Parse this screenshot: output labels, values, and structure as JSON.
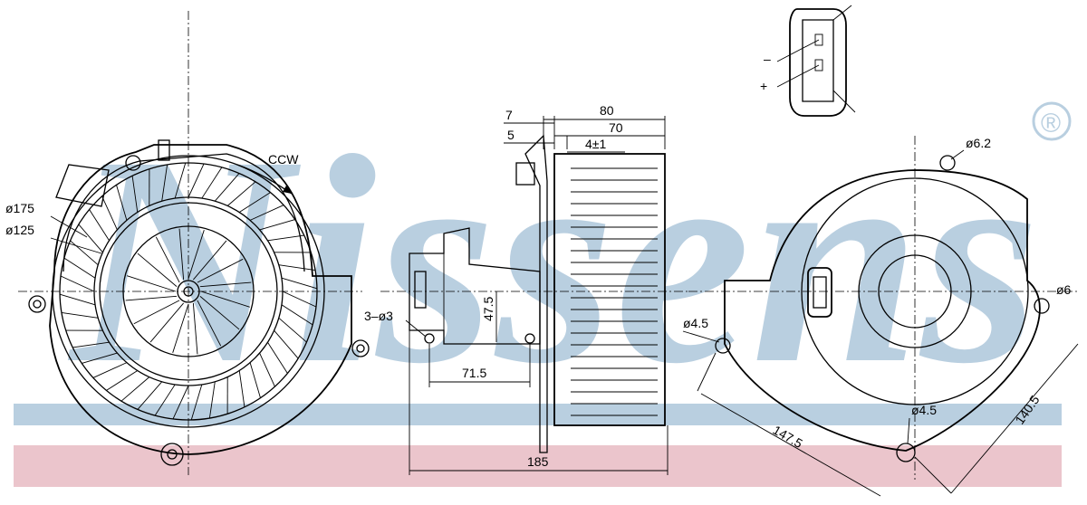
{
  "brand": {
    "logo_text": "Nissens",
    "registered_mark": "®",
    "watermark_color": "#b9cfe0",
    "band_blue": "#b9cfe0",
    "band_pink": "#ebc5cc"
  },
  "views": {
    "front": {
      "rotation": "CCW",
      "outer_diameter": "ø175",
      "inner_diameter": "ø125"
    },
    "side": {
      "dim_80": "80",
      "dim_70": "70",
      "dim_7": "7",
      "dim_5": "5",
      "dim_4": "4±1",
      "dim_47_5": "47.5",
      "holes": "3–ø3",
      "dim_71_5": "71.5",
      "dim_185": "185"
    },
    "rear": {
      "hole_62": "ø6.2",
      "hole_6": "ø6",
      "hole_45_left": "ø4.5",
      "hole_45_bottom": "ø4.5",
      "dim_1475": "147.5",
      "dim_1405": "140.5"
    },
    "connector": {
      "minus": "–",
      "plus": "+"
    }
  }
}
